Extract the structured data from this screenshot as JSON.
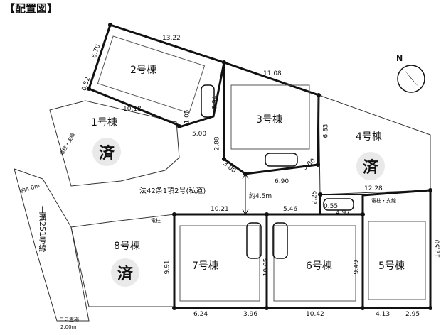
{
  "title": "【配置図】",
  "lots": {
    "lot1": "1号棟",
    "lot2": "2号棟",
    "lot3": "3号棟",
    "lot4": "4号棟",
    "lot5": "5号棟",
    "lot6": "6号棟",
    "lot7": "7号棟",
    "lot8": "8号棟"
  },
  "sold_mark": "済",
  "road_private": "法42条1項2号(私道)",
  "road_private_width": "約4.5m",
  "public_road_name": "上溝251号線",
  "public_road_width": "約4.0m",
  "pole_label": "電柱・支線",
  "pole_short": "電柱",
  "garbage_label": "ゴミ置場",
  "garbage_width": "2.00m",
  "dimensions": {
    "d_13_22": "13.22",
    "d_6_70": "6.70",
    "d_0_52": "0.52",
    "d_10_18": "10.18",
    "d_1_05": "1.05",
    "d_5_00": "5.00",
    "d_6_94": "6.94",
    "d_11_08": "11.08",
    "d_6_83": "6.83",
    "d_2_88": "2.88",
    "d_3_00": "3.00",
    "d_6_90": "6.90",
    "d_3_00b": "3.00",
    "d_2_25": "2.25",
    "d_0_55": "0.55",
    "d_4_97": "4.97",
    "d_12_28": "12.28",
    "d_12_50": "12.50",
    "d_10_21": "10.21",
    "d_5_46": "5.46",
    "d_9_91": "9.91",
    "d_10_05": "10.05",
    "d_9_49": "9.49",
    "d_6_24": "6.24",
    "d_3_96": "3.96",
    "d_10_42": "10.42",
    "d_4_13": "4.13",
    "d_2_95": "2.95"
  },
  "compass": "N"
}
